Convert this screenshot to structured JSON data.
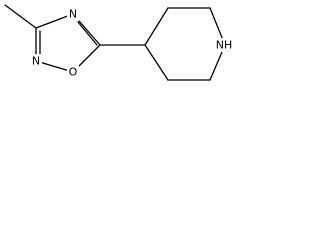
{
  "structure": {
    "atoms": [
      {
        "id": "n_top",
        "label": "N"
      },
      {
        "id": "n_left",
        "label": "N"
      },
      {
        "id": "o_ring",
        "label": "O"
      },
      {
        "id": "nh_ring",
        "label": "NH"
      }
    ],
    "colors": {
      "bond": "#000000",
      "label": "#000000",
      "background": "#ffffff"
    }
  }
}
